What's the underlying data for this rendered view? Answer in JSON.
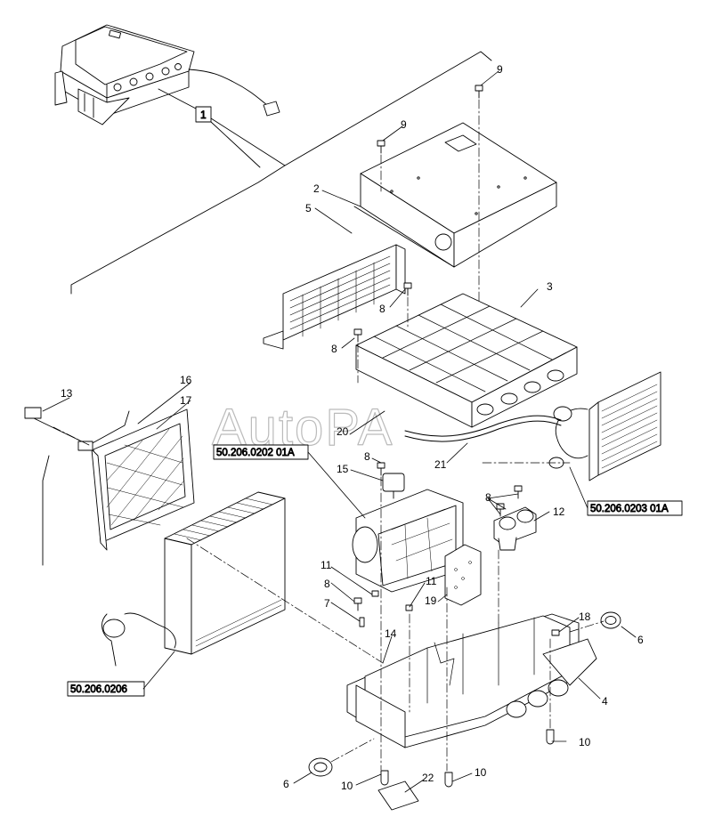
{
  "watermark": "AutoPA",
  "callouts": {
    "c1": "1",
    "c2": "2",
    "c3": "3",
    "c4": "4",
    "c5": "5",
    "c6a": "6",
    "c6b": "6",
    "c7": "7",
    "c8a": "8",
    "c8b": "8",
    "c8c": "8",
    "c8d": "8",
    "c8e": "8",
    "c9a": "9",
    "c9b": "9",
    "c10a": "10",
    "c10b": "10",
    "c10c": "10",
    "c11a": "11",
    "c11b": "11",
    "c12": "12",
    "c13": "13",
    "c14": "14",
    "c15": "15",
    "c16": "16",
    "c17": "17",
    "c18": "18",
    "c19": "19",
    "c20": "20",
    "c21": "21",
    "c22": "22"
  },
  "references": {
    "r1": "50.206.0202 01A",
    "r2": "50.206.0203 01A",
    "r3": "50.206.0206"
  }
}
